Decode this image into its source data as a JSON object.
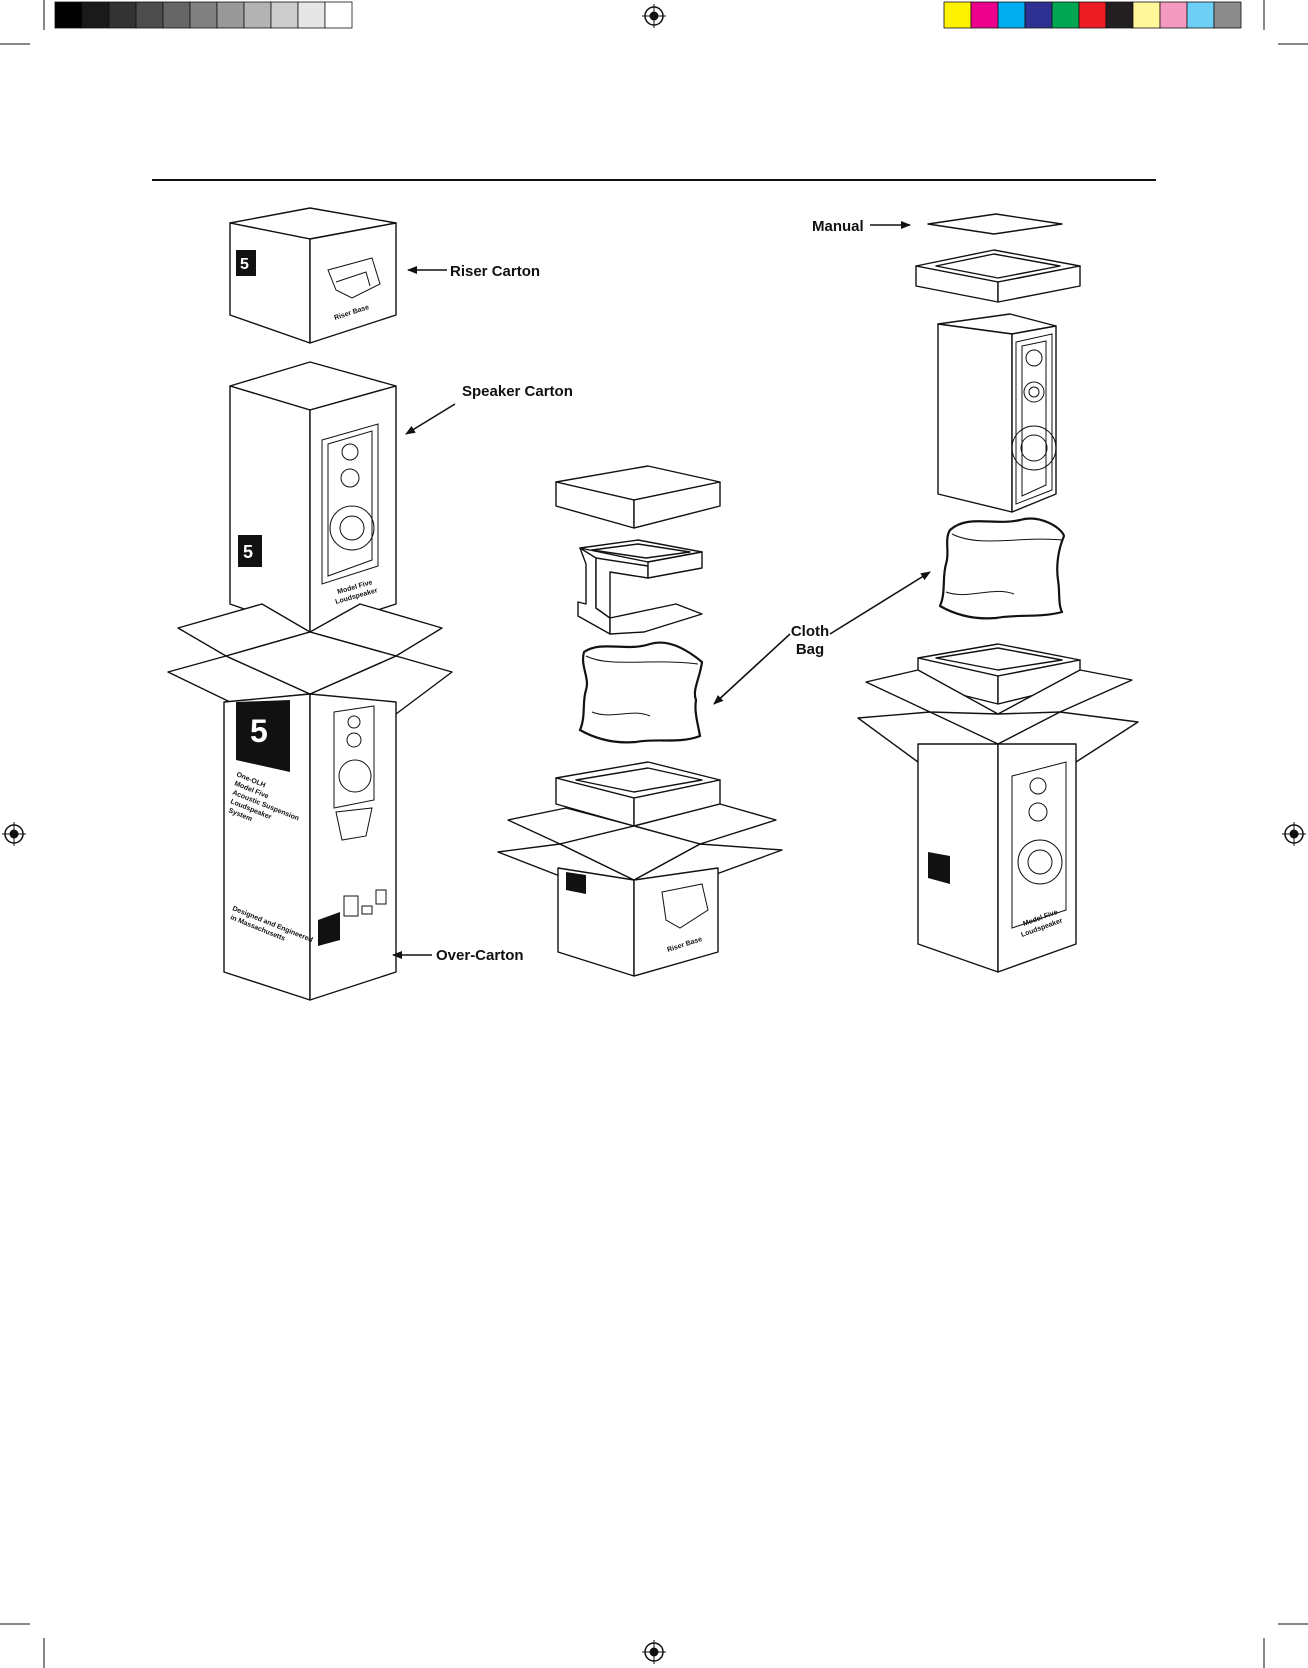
{
  "labels": {
    "riser_carton": "Riser Carton",
    "speaker_carton": "Speaker Carton",
    "over_carton": "Over-Carton",
    "manual": "Manual",
    "cloth_bag_line1": "Cloth",
    "cloth_bag_line2": "Bag"
  },
  "box_print": {
    "riser_base": "Riser Base",
    "model_five_line1": "Model Five",
    "model_five_line2": "Loudspeaker",
    "over_carton_text_1": "One-OLH",
    "over_carton_text_2": "Model Five",
    "over_carton_text_3": "Acoustic Suspension",
    "over_carton_text_4": "Loudspeaker",
    "over_carton_text_5": "System",
    "over_carton_text_6": "Designed and Engineered",
    "over_carton_text_7": "in Massachusetts",
    "logo_glyph": "5"
  },
  "colors": {
    "ink": "#111111",
    "gray_swatches": [
      "#000000",
      "#1a1a1a",
      "#333333",
      "#4d4d4d",
      "#666666",
      "#808080",
      "#999999",
      "#b3b3b3",
      "#cccccc",
      "#e6e6e6",
      "#ffffff"
    ],
    "color_swatches": [
      "#fff200",
      "#ec008c",
      "#00aeef",
      "#2e3192",
      "#00a651",
      "#ed1c24",
      "#231f20",
      "#fff799",
      "#f49ac1",
      "#6dcff6",
      "#8c8c8c"
    ]
  },
  "icons": [
    "registration-mark-icon",
    "brand-logo-icon",
    "arrow-icon"
  ]
}
